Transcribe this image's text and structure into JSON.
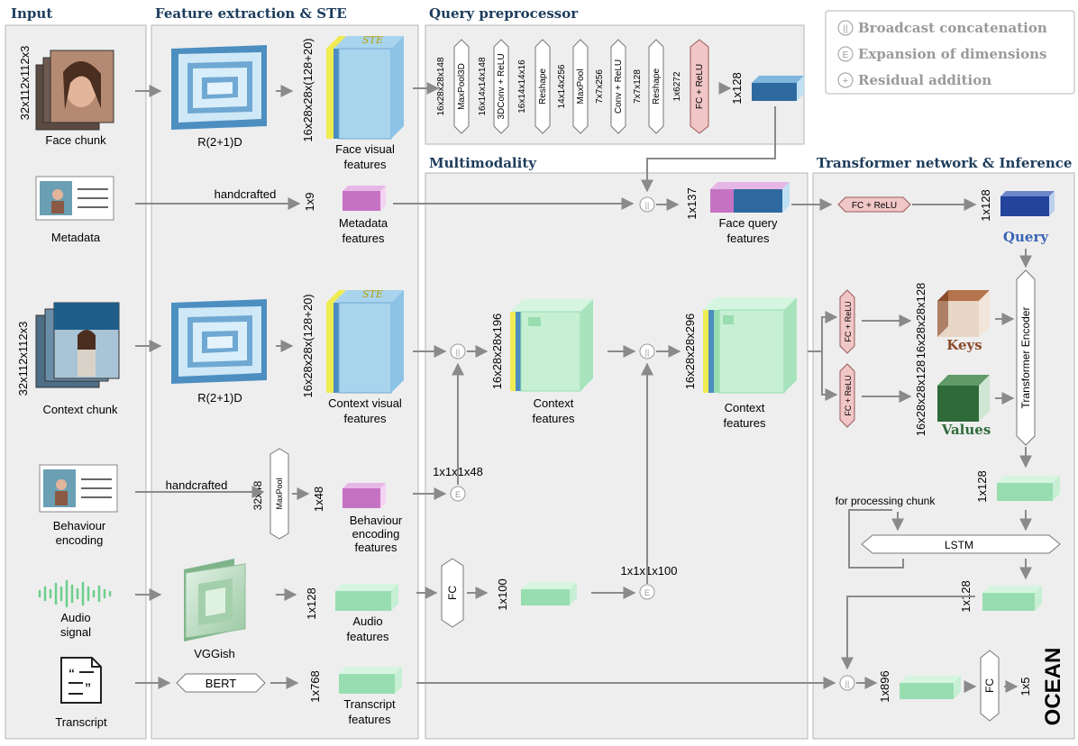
{
  "sections": {
    "input": "Input",
    "feature": "Feature extraction & STE",
    "query": "Query preprocessor",
    "multimodality": "Multimodality",
    "transformer": "Transformer network & Inference"
  },
  "legend": {
    "broadcast": "Broadcast concatenation",
    "expansion": "Expansion of dimensions",
    "residual": "Residual addition"
  },
  "inputs": {
    "face_chunk": "Face chunk",
    "face_dims": "32x112x112x3",
    "metadata": "Metadata",
    "context_chunk": "Context chunk",
    "context_dims": "32x112x112x3",
    "behaviour_line1": "Behaviour",
    "behaviour_line2": "encoding",
    "audio_line1": "Audio",
    "audio_line2": "signal",
    "transcript": "Transcript"
  },
  "feature": {
    "r21d_face": "R(2+1)D",
    "r21d_context": "R(2+1)D",
    "ste_face": "STE",
    "ste_context": "STE",
    "face_out_dims": "16x28x28x(128+20)",
    "context_out_dims": "16x28x28x(128+20)",
    "face_visual_l1": "Face visual",
    "face_visual_l2": "features",
    "context_visual_l1": "Context visual",
    "context_visual_l2": "features",
    "handcrafted_meta": "handcrafted",
    "handcrafted_beh": "handcrafted",
    "meta_dims": "1x9",
    "meta_l1": "Metadata",
    "meta_l2": "features",
    "maxpool_dims": "32x48",
    "maxpool": "MaxPool",
    "beh_dims": "1x48",
    "beh_l1": "Behaviour",
    "beh_l2": "encoding",
    "beh_l3": "features",
    "vggish": "VGGish",
    "audio_dims": "1x128",
    "audio_l1": "Audio",
    "audio_l2": "features",
    "bert": "BERT",
    "transcript_dims": "1x768",
    "transcript_l1": "Transcript",
    "transcript_l2": "features"
  },
  "query_pre": {
    "d1": "16x28x28x148",
    "op1": "MaxPool3D",
    "d2": "16x14x14x148",
    "op2": "3DConv + ReLU",
    "d3": "16x14x14x16",
    "op3": "Reshape",
    "d4": "14x14x256",
    "op4": "MaxPool",
    "d5": "7x7x256",
    "op5": "Conv + ReLU",
    "d6": "7x7x128",
    "op6": "Reshape",
    "d7": "1x6272",
    "op7": "FC + ReLU",
    "out": "1x128"
  },
  "multi": {
    "face_query_dims": "1x137",
    "face_query_l1": "Face query",
    "face_query_l2": "features",
    "beh_exp_dims": "1x1x1x48",
    "ctx1_dims": "16x28x28x196",
    "ctx1_l1": "Context",
    "ctx1_l2": "features",
    "ctx2_dims": "16x28x28x296",
    "ctx2_l1": "Context",
    "ctx2_l2": "features",
    "fc": "FC",
    "fc_out": "1x100",
    "exp2_dims": "1x1x1x100"
  },
  "transformer": {
    "fc_relu_q": "FC + ReLU",
    "query_dims": "1x128",
    "query": "Query",
    "fc_relu_k": "FC + ReLU",
    "fc_relu_v": "FC + ReLU",
    "keys_dims": "16x28x28x128",
    "keys": "Keys",
    "values_dims": "16x28x28x128",
    "values": "Values",
    "encoder": "Transformer Encoder",
    "enc_out_dims": "1x128",
    "for_processing": "for processing chunk",
    "lstm": "LSTM",
    "lstm_out_dims": "1x128",
    "concat_dims": "1x896",
    "fc": "FC",
    "out_dims": "1x5",
    "ocean": "OCEAN"
  },
  "colors": {
    "panel": "#eeeeee",
    "panel_border": "#b5b5b5",
    "heading": "#1d3c5c",
    "arrow": "#8a8a8a",
    "blue": "#a9d4ee",
    "blue_dark": "#4c8ec0",
    "green": "#b6ecc9",
    "yellow": "#f1eb52",
    "pink_fc": "#f1c6c6",
    "query_blue": "#24439a",
    "keys_brown": "#8b4a2a",
    "values_green": "#2f6a3a"
  }
}
